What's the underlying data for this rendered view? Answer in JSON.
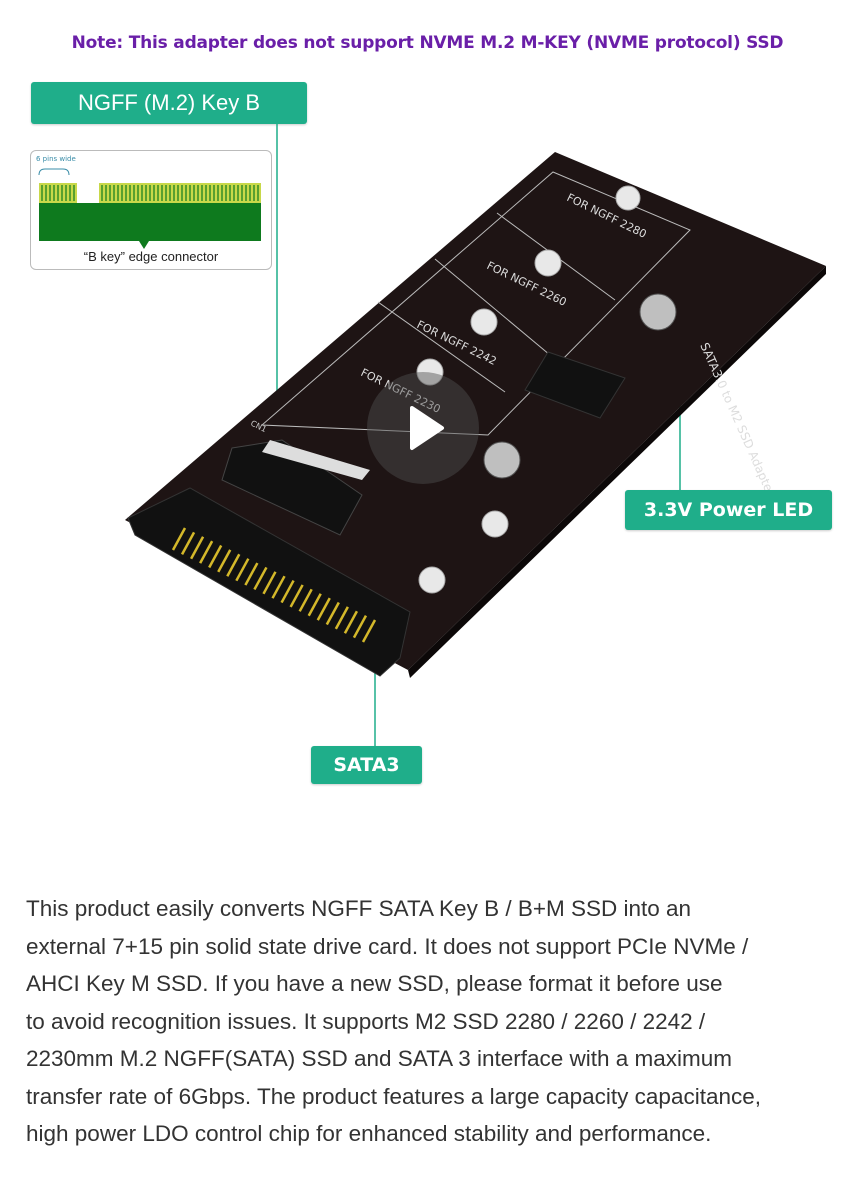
{
  "note": "Note: This adapter does not support NVME M.2 M-KEY (NVME protocol) SSD",
  "callouts": {
    "ngff_key": "NGFF  (M.2)  Key  B",
    "power_led": "3.3V Power  LED",
    "sata": "SATA3"
  },
  "key_diagram": {
    "pins_label": "6 pins wide",
    "caption": "“B key”  edge connector",
    "pin_color": "#c8d84a",
    "board_color": "#0e7a1e"
  },
  "board": {
    "slot_labels": [
      "FOR NGFF 2280",
      "FOR NGFF 2260",
      "FOR NGFF 2242",
      "FOR NGFF 2230"
    ],
    "silkscreen": "SATA3.0 to M2 SSD Adapter",
    "connector_label": "CN1"
  },
  "video": {
    "play_icon": "play-icon"
  },
  "colors": {
    "accent": "#1fae8a",
    "note": "#6a1fa8",
    "pcb": "#1e1414"
  },
  "description": {
    "lines": [
      "This product easily converts NGFF SATA Key B / B+M SSD into an",
      "external 7+15 pin solid state drive card. It does not support PCIe NVMe /",
      "AHCI Key M SSD. If you have a new SSD, please format it before use",
      "to avoid recognition issues. It supports M2 SSD 2280 / 2260 / 2242 /",
      "2230mm M.2 NGFF(SATA) SSD and SATA 3 interface with a maximum",
      "transfer rate of 6Gbps. The product features a large capacity capacitance,",
      "high power LDO control chip for enhanced stability and performance."
    ]
  }
}
